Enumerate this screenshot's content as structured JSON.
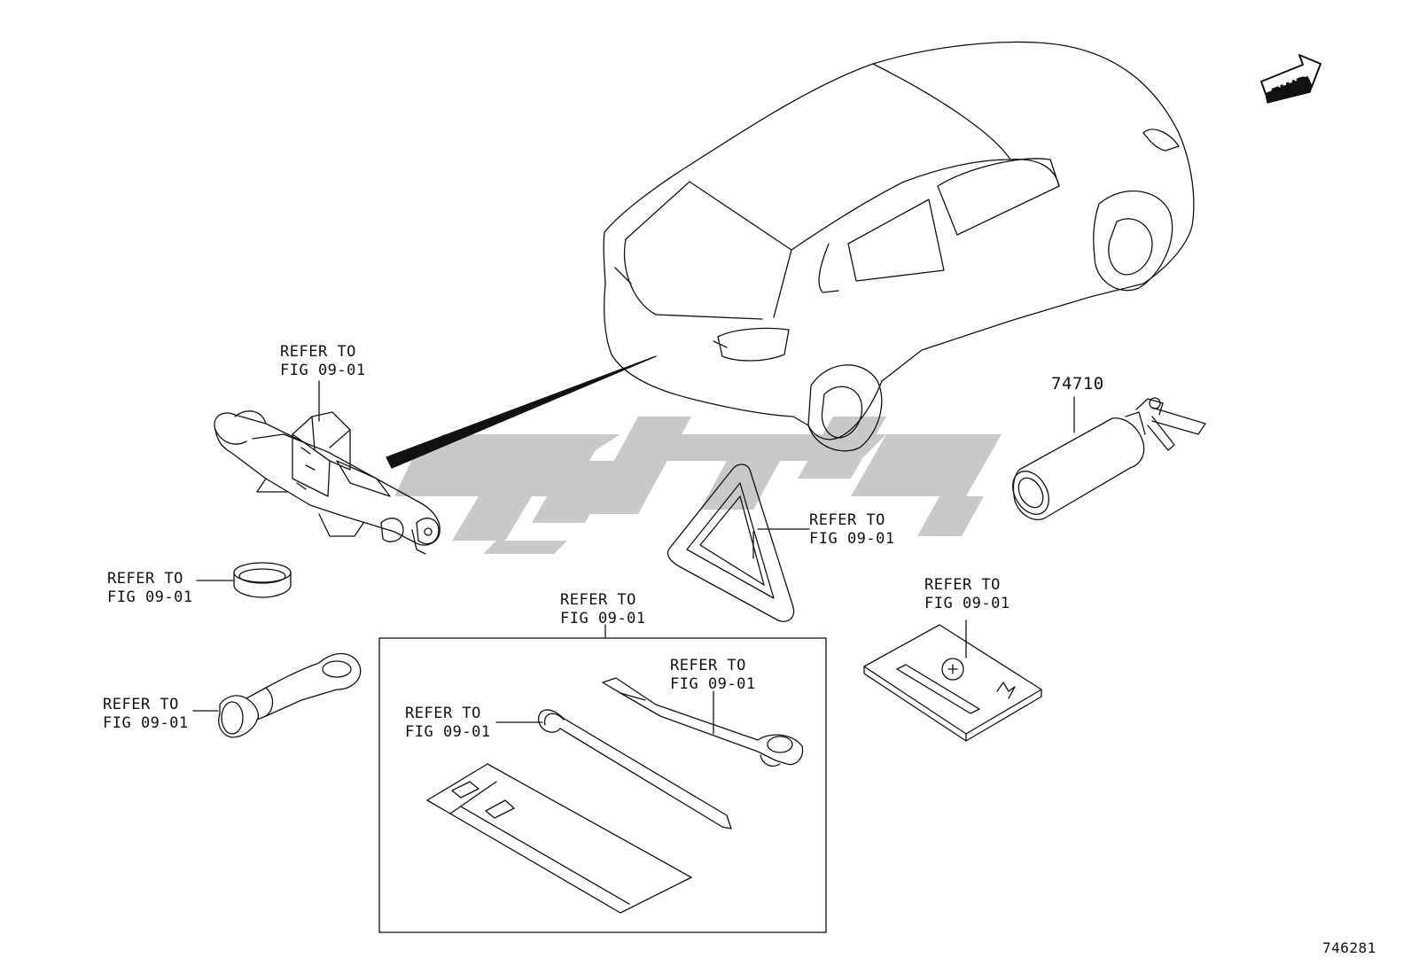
{
  "fwd_label": "FWD",
  "diagram_id": "746281",
  "part_number": "74710",
  "callouts": [
    {
      "name": "jack",
      "line1": "REFER TO",
      "line2": "FIG 09-01"
    },
    {
      "name": "jack-ring",
      "line1": "REFER TO",
      "line2": "FIG 09-01"
    },
    {
      "name": "tow-hook",
      "line1": "REFER TO",
      "line2": "FIG 09-01"
    },
    {
      "name": "tool-kit",
      "line1": "REFER TO",
      "line2": "FIG 09-01"
    },
    {
      "name": "wrench",
      "line1": "REFER TO",
      "line2": "FIG 09-01"
    },
    {
      "name": "jack-handle",
      "line1": "REFER TO",
      "line2": "FIG 09-01"
    },
    {
      "name": "warning-triangle",
      "line1": "REFER TO",
      "line2": "FIG 09-01"
    },
    {
      "name": "first-aid-kit",
      "line1": "REFER TO",
      "line2": "FIG 09-01"
    }
  ],
  "colors": {
    "line": "#111111",
    "watermark": "#c8c8c8"
  }
}
